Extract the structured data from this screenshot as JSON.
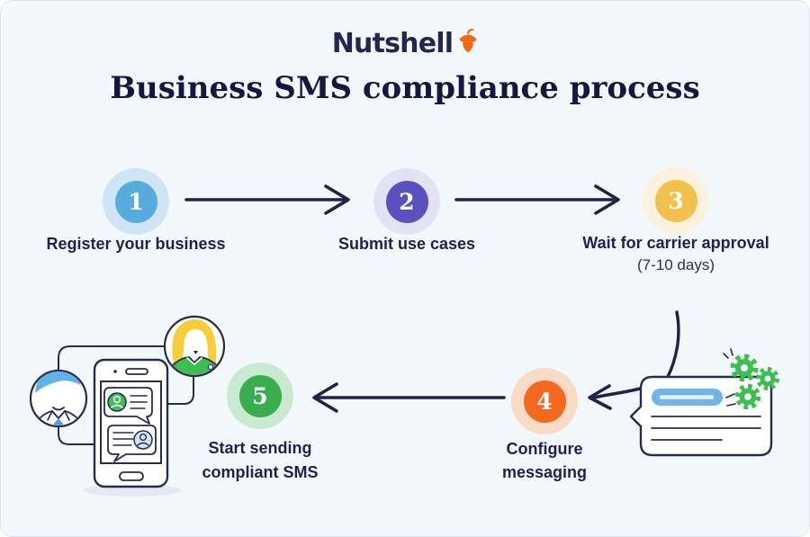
{
  "logo": {
    "brand": "Nutshell",
    "acorn_icon": "acorn-icon",
    "acorn_color": "#f2690f"
  },
  "title": "Business SMS compliance process",
  "steps": [
    {
      "number": "1",
      "label": "Register your business",
      "sublabel": "",
      "badge_color": "#58abdd",
      "halo_color": "#cfe4f5"
    },
    {
      "number": "2",
      "label": "Submit use cases",
      "sublabel": "",
      "badge_color": "#5a50c0",
      "halo_color": "#e4e3f5"
    },
    {
      "number": "3",
      "label": "Wait for carrier approval",
      "sublabel": "(7-10 days)",
      "badge_color": "#f3c14b",
      "halo_color": "#faf2dd"
    },
    {
      "number": "4",
      "label": "Configure messaging",
      "sublabel": "",
      "badge_color": "#f2691f",
      "halo_color": "#fadbc6"
    },
    {
      "number": "5",
      "label": "Start sending compliant SMS",
      "sublabel": "",
      "badge_color": "#38ae4e",
      "halo_color": "#c9e9d0"
    }
  ],
  "illustrations": {
    "message_card": {
      "name": "message-card-with-gears",
      "gear_color": "#3ebd52",
      "header_bar_color": "#6fb5e7"
    },
    "phone_chat": {
      "name": "phone-sms-conversation",
      "sender_avatar_color": "#3ebd52",
      "receiver_avatar_color": "#cfe3f5"
    }
  },
  "colors": {
    "background": "#f3f8fd",
    "ink": "#1e2348",
    "accent_orange": "#f2690f"
  }
}
